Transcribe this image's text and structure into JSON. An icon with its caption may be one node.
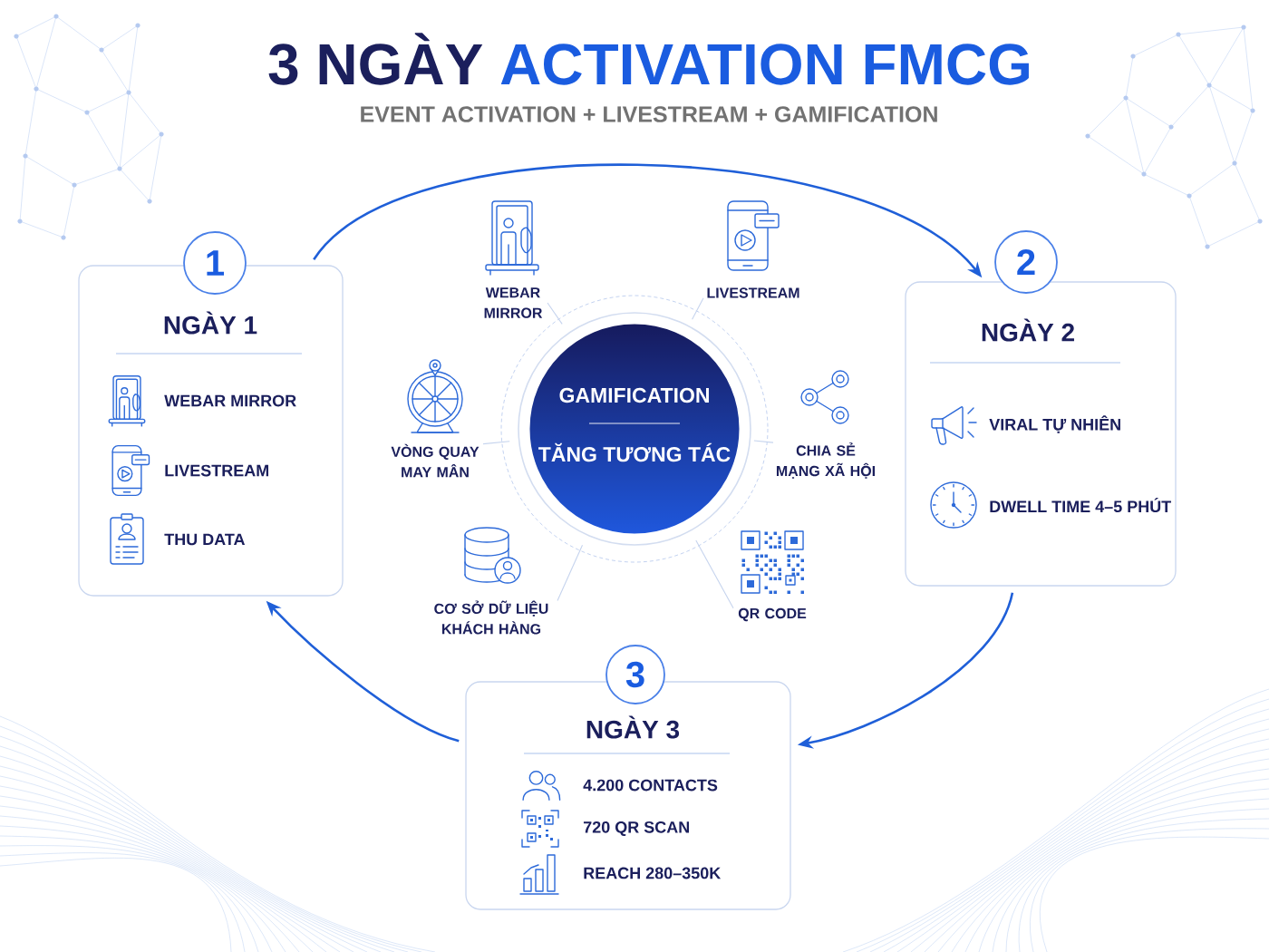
{
  "diagram": {
    "title": "3 NGÀY ACTIVATION FMCG",
    "nodes": [
      {
        "text": [
          "1"
        ]
      },
      {
        "text": [
          "NGÀY 1",
          "WEBAR MIRROR",
          "LIVESTREAM",
          "THU DATA"
        ]
      },
      {
        "text": [
          "2"
        ]
      },
      {
        "text": [
          "NGÀY 2",
          "VIRAL TỰ NHIÊN",
          "DWELL TIME 4–5 PHÚT"
        ]
      },
      {
        "text": [
          "GAMIFICATION",
          "TĂNG TƯƠNG TÁC"
        ]
      },
      {
        "text": [
          "WEBAR MIRROR"
        ]
      },
      {
        "text": [
          "LIVESTREAM"
        ]
      },
      {
        "text": [
          "VÒNG QUAY MAY MÂN"
        ]
      },
      {
        "text": [
          "CHIA SẺ MẠNG XÃ HỘI"
        ]
      },
      {
        "text": [
          "CƠ SỞ DỮ LIỆU KHÁCH HÀNG"
        ]
      },
      {
        "text": [
          "QR CODE"
        ]
      },
      {
        "text": [
          "3"
        ]
      },
      {
        "text": [
          "NGÀY 3",
          "4.200 CONTACTS",
          "720 QR SCAN",
          "REACH 280–350K"
        ]
      }
    ],
    "edges": [
      {
        "from": 1,
        "to": 3,
        "arrow": "to",
        "color": "#1f5fd8"
      },
      {
        "from": 3,
        "to": 12,
        "arrow": "to",
        "color": "#1f5fd8"
      },
      {
        "from": 12,
        "to": 1,
        "arrow": "to",
        "color": "#1f5fd8"
      },
      {
        "from": 4,
        "to": 5,
        "arrow": "none",
        "color": "#c6d4ee"
      },
      {
        "from": 4,
        "to": 6,
        "arrow": "none",
        "color": "#c6d4ee"
      },
      {
        "from": 4,
        "to": 7,
        "arrow": "none",
        "color": "#c6d4ee"
      },
      {
        "from": 4,
        "to": 8,
        "arrow": "none",
        "color": "#c6d4ee"
      },
      {
        "from": 4,
        "to": 9,
        "arrow": "none",
        "color": "#c6d4ee"
      },
      {
        "from": 4,
        "to": 10,
        "arrow": "none",
        "color": "#c6d4ee"
      }
    ],
    "labels": [
      "EVENT ACTIVATION + LIVESTREAM + GAMIFICATION"
    ]
  }
}
